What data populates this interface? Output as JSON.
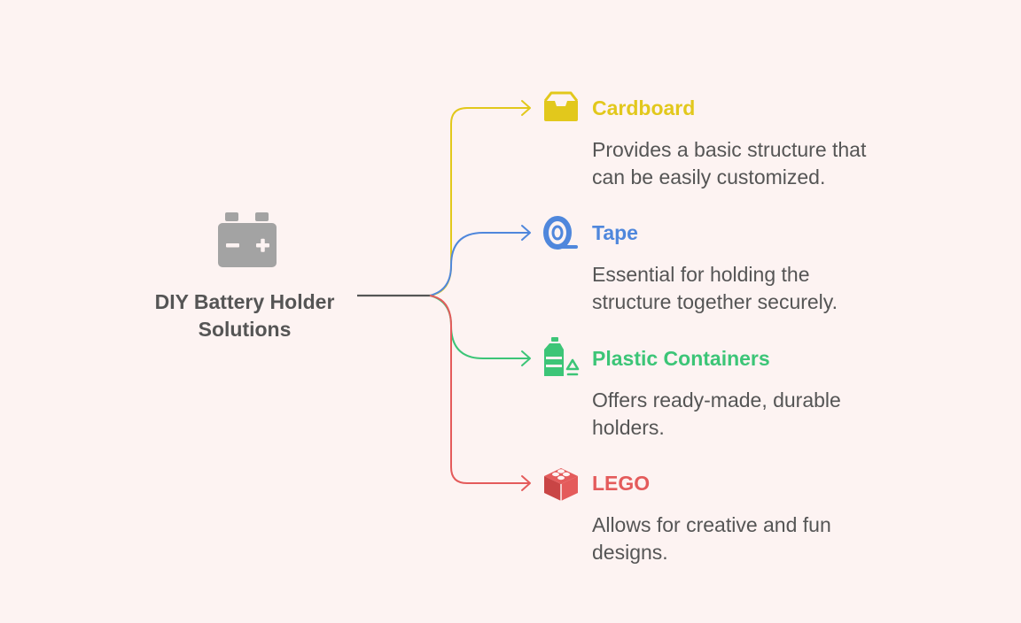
{
  "root": {
    "label": "DIY Battery Holder\nSolutions",
    "icon": "battery-icon"
  },
  "colors": {
    "background": "#fdf3f2",
    "root_icon": "#a3a3a3",
    "root_text": "#555555",
    "trunk_line": "#555555",
    "description_text": "#555555"
  },
  "branches": [
    {
      "title": "Cardboard",
      "description": "Provides a basic structure that can be easily customized.",
      "color": "#e2c81c",
      "icon": "inbox-tray-icon"
    },
    {
      "title": "Tape",
      "description": "Essential for holding the structure together securely.",
      "color": "#4f87dc",
      "icon": "tape-roll-icon"
    },
    {
      "title": "Plastic Containers",
      "description": "Offers ready-made, durable holders.",
      "color": "#3cc577",
      "icon": "recycle-bottle-icon"
    },
    {
      "title": "LEGO",
      "description": "Allows for creative and fun designs.",
      "color": "#e45b5b",
      "icon": "lego-brick-icon"
    }
  ]
}
